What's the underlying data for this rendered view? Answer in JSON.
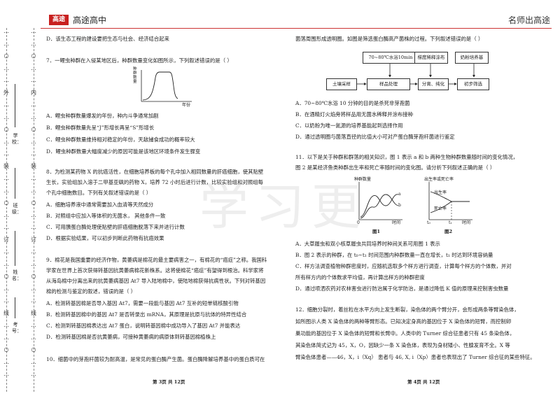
{
  "header": {
    "logo_mark": "高途",
    "logo_text": "高途高中",
    "motto": "名师出高途"
  },
  "margin": {
    "outer_chars": [
      "…",
      "…",
      "○",
      "…",
      "…",
      "外",
      "…",
      "…",
      "○",
      "…",
      "…",
      "装",
      "…",
      "…",
      "○",
      "…",
      "…",
      "订",
      "…",
      "…",
      "○",
      "…",
      "…",
      "线",
      "…",
      "…",
      "○",
      "…",
      "…"
    ],
    "inner_chars": [
      "…",
      "…",
      "○",
      "…",
      "…",
      "内",
      "…",
      "…",
      "○",
      "…",
      "…",
      "装",
      "…",
      "…",
      "○",
      "…",
      "…",
      "订",
      "…",
      "…",
      "○",
      "…",
      "…",
      "线",
      "…",
      "…",
      "○",
      "…",
      "…"
    ],
    "fields": [
      "学校：",
      "班级：",
      "姓名：",
      "考号："
    ]
  },
  "left": {
    "q6d": "D．该生态工程的建设要把生态与社会、经济结合起来",
    "q7": {
      "stem": "7．一鲤虫种群在入侵某地区后，种群数量变化如图所示，下列叙述错误的是（    ）",
      "ylabel": "种群数量",
      "xlabel": "年份",
      "options": [
        "A．鲤虫种群数量爆发的年份，种内斗争通常加剧",
        "B．鲤虫种群数量先呈“J”形增长再呈“S”形增长",
        "C．鲤虫种群数量维持相对稳定的年份，天敌捕食成功的概率较大",
        "D．鲤虫种群数量大幅度减少的原因可能是该地区环境条件发生骤变"
      ]
    },
    "q8": {
      "stem": [
        "8．为检测某药物 X 的抗癌活性，在细胞培养板的每个孔中加入相同数量的肝癌细胞，使其贴壁",
        "生长，实验组加入溶于二甲基亚砜的药物 X，培养 72 小时后进行计数，比较实验组和对照组每",
        "个孔中细胞数目。下列有关叙述错误的是（    ）"
      ],
      "options": [
        "A．细胞培养液中通常需要加入血清等天然成分",
        "B．对照组中应加入等体积的无菌水，   其他条件一致",
        "C．可用胰蛋白酶处理使贴壁的肝癌细胞脱落下来并进行计数",
        "D．根据实验结果，可以初步判断此药物有抗癌效果"
      ]
    },
    "q9": {
      "stem": [
        "9．棉花是我国重要的经济作物，黄萎病是棉花的最主要病害之一，有棉花的“癌症”之称。我国科",
        "学家在世界上首次获得转基因抗黄萎病棉花新株系。这将使棉花“癌症”有望得到根治。科学家将",
        "从海岛棉中分离出来的抗黄萎病基因 At7 导入陆地棉中，使陆地棉获得抗病性状。下列对转基因",
        "棉的检测与鉴定的叙述，错误的是（    ）"
      ],
      "options": [
        "A．检测转基因棉是否导入基因 At7，需要一段能与基因 At7 互补的短单链核酸引物",
        "B．检测转基因棉中的基因 At7 是否转录出 mRNA，其原理是抗原与抗体的特异性结合",
        "C．检测到转基因棉表达出 At7 蛋白，说明转基因棉中成功导入了基因 At7 并能表达",
        "D．检测转基因棉是否抗黄萎病，可接种黄萎病的病原体到转基因棉植株上"
      ]
    },
    "q10": "10．细菌中的芽孢杆菌较为耐高温，是常见的蛋白酶产生菌。蛋白酶降解培养基中的蛋白质可在",
    "footer": "第 3页  共 12页"
  },
  "right": {
    "q10_cont": "菌落周围形成透明圈。如图是筛选蛋白酶高产菌株的过程。下列叙述错误的是（    ）",
    "flow": {
      "top_labels": [
        "70~80℃水浴10min",
        "梯度稀释涂布",
        "奶粉培养基"
      ],
      "bottom_labels": [
        "土壤采样",
        "样品处理",
        "分离、纯化",
        "初步筛选"
      ]
    },
    "q10_options": [
      "A．70~80℃水浴 10 分钟的目的是杀死非芽孢菌",
      "B．在酒精灯火焰旁将样品用无菌水稀释并涂布接种",
      "C．以奶粉为唯一氮源的培养基能起到选择作用",
      "D．通过透明圈与菌落直径的比值大小可对产蛋白酶芽孢杆菌进行鉴定"
    ],
    "q11": {
      "stem": [
        "11．以下是关于种群和群落的相关知识，图 1 表示 a 和 b 两种生物种群数量随时间的变化情况，",
        "图 2 是某经济鱼类种群出生率和死亡率随时间的变化图。请分析下列叙述正确的是（    ）"
      ],
      "fig1": {
        "ylabel": "种群数量",
        "xlabel": "时间",
        "origin": "0",
        "series_a": "a",
        "series_b": "b",
        "caption": "图1"
      },
      "fig2": {
        "ylabel": "出生率或死亡率",
        "xlabel": "时间",
        "label_birth": "出生率",
        "label_death": "死亡率",
        "t0": "t₀",
        "t1": "t₁",
        "caption": "图2"
      },
      "options": [
        "A．大草履虫和双小核草履虫共同培养时种间关系可用图 1 表示",
        "B．图 2 表示的种群，在 t₀~t₁ 时间范围内种群数量一直在增长，t₁ 时达到环境容纳量",
        "C．样方法调查植物种群密度时，应随机选取多个样方进行调查，计算每个样方的个体数，并对",
        "所有样方内的个体数求平均值，再计算出样方的种群密度",
        "D．通过喷洒农药对农林害虫进行防治属于化学防治，是通过降低 K 值的原理来控制害虫数量"
      ]
    },
    "q12": [
      "12．细胞分裂时，着丝粒在水平方向上发生断裂，染色体的两个臂分开，会形成两条等臂染色体，",
      "如所图示人类 X 染色体的两种等臂形态。已知决定身高的基因位于 X 染色体的短臂，而控制卵",
      "巢功能的基因位于 X 染色体的短臂和长臂中。人类中的 Turner 综合征患者只有 45 条染色体，",
      "其染色体简式记为 45，X，O，因缺少一条 X 染色体，表现为身材矮小、性腺发育不全。X 等",
      "臂染色体患者——46，X，i（Xq） 患者与 46, X, i（Xp）患者也表现出了 Turner 综合征的某些特征。"
    ],
    "footer": "第 4页  共 12页"
  },
  "watermark": "学习更"
}
